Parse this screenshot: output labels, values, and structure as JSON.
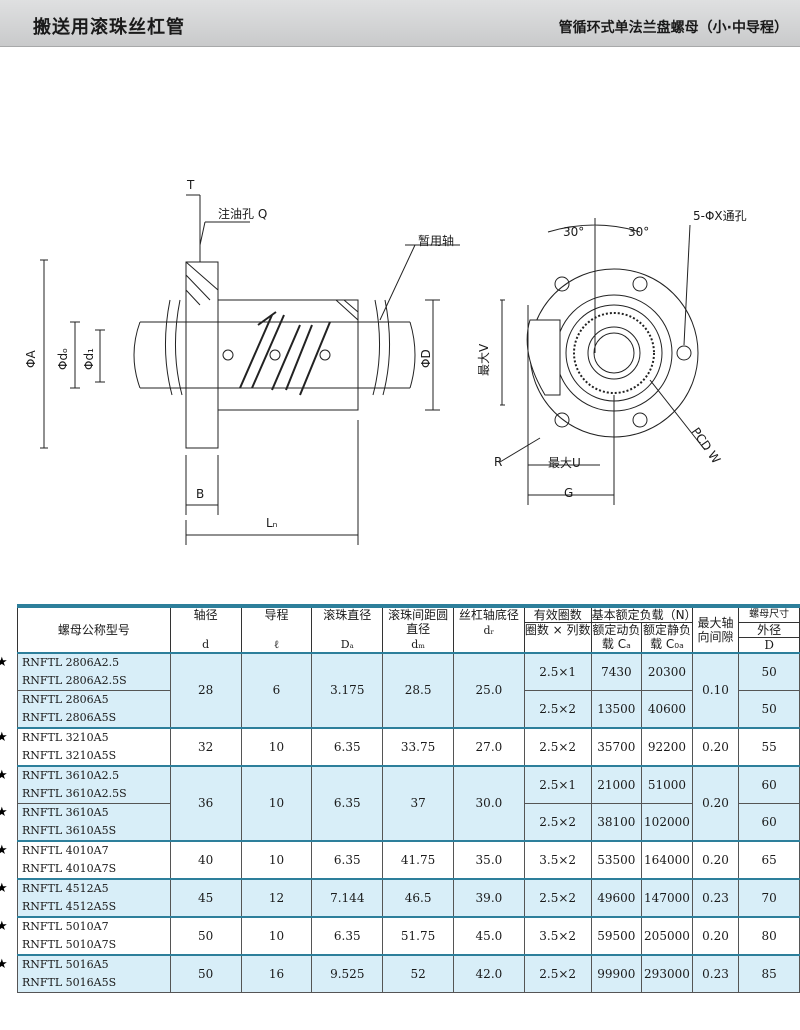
{
  "header": {
    "left_title": "搬送用滚珠丝杠管",
    "right_title": "管循环式单法兰盘螺母（小·中导程）"
  },
  "drawing": {
    "labels": {
      "t": "T",
      "oil_hole": "注油孔 Q",
      "temp_shaft": "暂用轴",
      "phi_a": "ΦA",
      "phi_d0": "Φdₒ",
      "phi_d1": "Φd₁",
      "phi_d": "ΦD",
      "b": "B",
      "ln": "Lₙ",
      "angle1": "30°",
      "angle2": "30°",
      "through_hole": "5-ΦX通孔",
      "max_v": "最大V",
      "pcd": "PCD W",
      "r": "R",
      "max_u": "最大U",
      "g": "G"
    }
  },
  "table": {
    "headers": {
      "model": "螺母公称型号",
      "shaft_dia": "轴径",
      "shaft_sym": "d",
      "lead": "导程",
      "lead_sym": "ℓ",
      "ball_dia": "滚珠直径",
      "ball_sym": "Dₐ",
      "pcd": "滚珠间距圆直径",
      "pcd_sym": "dₘ",
      "root": "丝杠轴底径",
      "root_sym": "dᵣ",
      "turns_top": "有效圈数",
      "turns_sub": "圈数 × 列数",
      "load_top": "基本额定负载（N）",
      "dyn": "额定动负载 Cₐ",
      "stat": "额定静负载 C₀ₐ",
      "backlash": "最大轴向间隙",
      "nut_size": "螺母尺寸",
      "outer": "外径",
      "outer_sym": "D"
    },
    "rows": [
      {
        "m1": "RNFTL 2806A2.5",
        "m2": "RNFTL 2806A2.5S",
        "d": "28",
        "l": "6",
        "da": "3.175",
        "dm": "28.5",
        "dr": "25.0",
        "turns": "2.5×1",
        "ca": "7430",
        "c0a": "20300",
        "bl": "0.10",
        "od": "50"
      },
      {
        "m1": "RNFTL 2806A5",
        "m2": "RNFTL 2806A5S",
        "turns": "2.5×2",
        "ca": "13500",
        "c0a": "40600",
        "od": "50"
      },
      {
        "m1": "RNFTL 3210A5",
        "m2": "RNFTL 3210A5S",
        "d": "32",
        "l": "10",
        "da": "6.35",
        "dm": "33.75",
        "dr": "27.0",
        "turns": "2.5×2",
        "ca": "35700",
        "c0a": "92200",
        "bl": "0.20",
        "od": "55"
      },
      {
        "m1": "RNFTL 3610A2.5",
        "m2": "RNFTL 3610A2.5S",
        "d": "36",
        "l": "10",
        "da": "6.35",
        "dm": "37",
        "dr": "30.0",
        "turns": "2.5×1",
        "ca": "21000",
        "c0a": "51000",
        "bl": "0.20",
        "od": "60"
      },
      {
        "m1": "RNFTL 3610A5",
        "m2": "RNFTL 3610A5S",
        "turns": "2.5×2",
        "ca": "38100",
        "c0a": "102000",
        "od": "60"
      },
      {
        "m1": "RNFTL 4010A7",
        "m2": "RNFTL 4010A7S",
        "d": "40",
        "l": "10",
        "da": "6.35",
        "dm": "41.75",
        "dr": "35.0",
        "turns": "3.5×2",
        "ca": "53500",
        "c0a": "164000",
        "bl": "0.20",
        "od": "65"
      },
      {
        "m1": "RNFTL 4512A5",
        "m2": "RNFTL 4512A5S",
        "d": "45",
        "l": "12",
        "da": "7.144",
        "dm": "46.5",
        "dr": "39.0",
        "turns": "2.5×2",
        "ca": "49600",
        "c0a": "147000",
        "bl": "0.23",
        "od": "70"
      },
      {
        "m1": "RNFTL 5010A7",
        "m2": "RNFTL 5010A7S",
        "d": "50",
        "l": "10",
        "da": "6.35",
        "dm": "51.75",
        "dr": "45.0",
        "turns": "3.5×2",
        "ca": "59500",
        "c0a": "205000",
        "bl": "0.20",
        "od": "80"
      },
      {
        "m1": "RNFTL 5016A5",
        "m2": "RNFTL 5016A5S",
        "d": "50",
        "l": "16",
        "da": "9.525",
        "dm": "52",
        "dr": "42.0",
        "turns": "2.5×2",
        "ca": "99900",
        "c0a": "293000",
        "bl": "0.23",
        "od": "85"
      }
    ],
    "star": "★"
  }
}
